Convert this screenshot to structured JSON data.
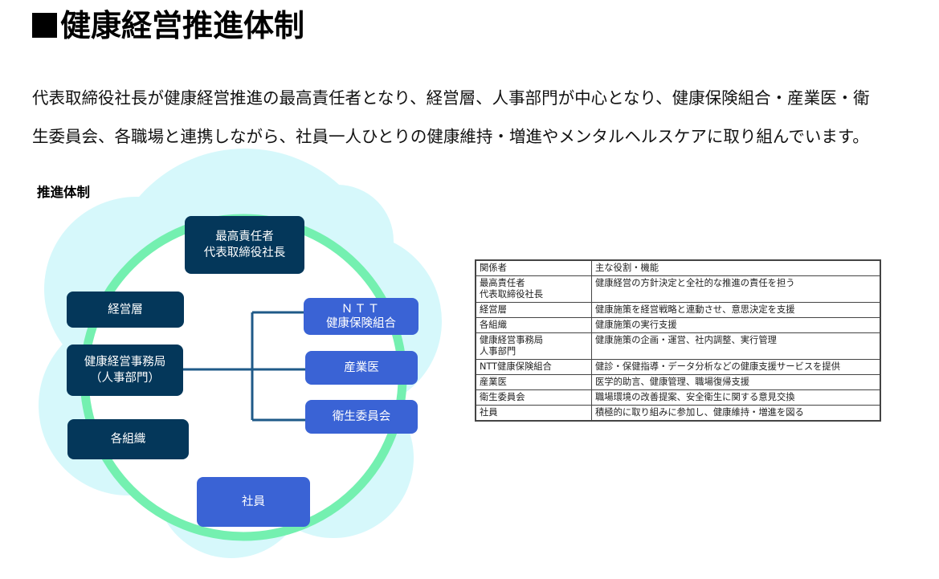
{
  "page": {
    "title": "健康経営推進体制",
    "lead_line1": "代表取締役社長が健康経営推進の最高責任者となり、経営層、人事部門が中心となり、健康保険組合・産業医・衛",
    "lead_line2": "生委員会、各職場と連携しながら、社員一人ひとりの健康維持・増進やメンタルヘルスケアに取り組んでいます。",
    "section_heading": "推進体制"
  },
  "diagram": {
    "colors": {
      "dark": "#04375a",
      "blue": "#3a63d5",
      "ring": "#74f0b0",
      "cloud": "#d6f8fb",
      "connector": "#1f5a88"
    },
    "nodes": {
      "top_line1": "最高責任者",
      "top_line2": "代表取締役社長",
      "management": "経営層",
      "office_line1": "健康経営事務局",
      "office_line2": "（人事部門）",
      "organizations": "各組織",
      "union_line1": "ＮＴＴ",
      "union_line2": "健康保険組合",
      "doctor": "産業医",
      "committee": "衛生委員会",
      "employees": "社員"
    }
  },
  "table": {
    "headers": [
      "関係者",
      "主な役割・機能"
    ],
    "rows": [
      {
        "party": [
          "最高責任者",
          "代表取締役社長"
        ],
        "role": "健康経営の方針決定と全社的な推進の責任を担う"
      },
      {
        "party": [
          "経営層"
        ],
        "role": "健康施策を経営戦略と連動させ、意思決定を支援"
      },
      {
        "party": [
          "各組織"
        ],
        "role": "健康施策の実行支援"
      },
      {
        "party": [
          "健康経営事務局",
          "人事部門"
        ],
        "role": "健康施策の企画・運営、社内調整、実行管理"
      },
      {
        "party": [
          "NTT健康保険組合"
        ],
        "role": "健診・保健指導・データ分析などの健康支援サービスを提供"
      },
      {
        "party": [
          "産業医"
        ],
        "role": "医学的助言、健康管理、職場復帰支援"
      },
      {
        "party": [
          "衛生委員会"
        ],
        "role": "職場環境の改善提案、安全衛生に関する意見交換"
      },
      {
        "party": [
          "社員"
        ],
        "role": "積極的に取り組みに参加し、健康維持・増進を図る"
      }
    ]
  }
}
